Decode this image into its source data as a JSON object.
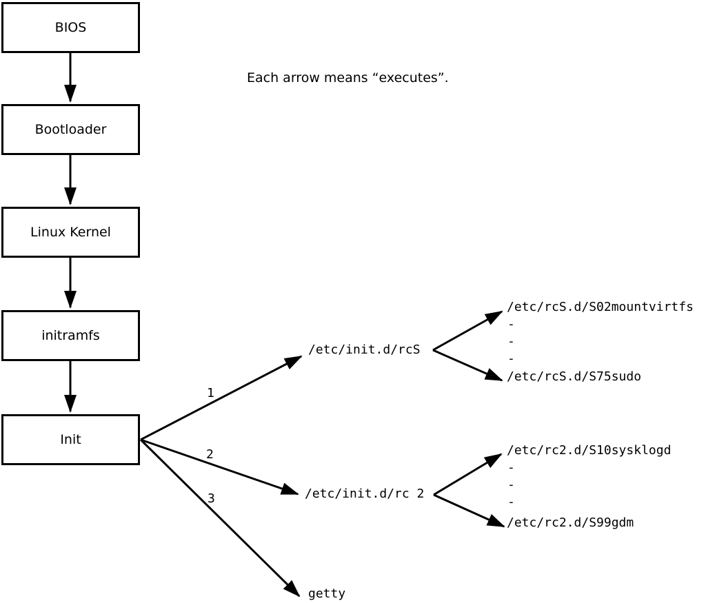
{
  "legend": {
    "text": "Each arrow means “executes”."
  },
  "boxes": [
    {
      "label": "BIOS"
    },
    {
      "label": "Bootloader"
    },
    {
      "label": "Linux Kernel"
    },
    {
      "label": "initramfs"
    },
    {
      "label": "Init"
    }
  ],
  "edges": {
    "label_1": "1",
    "label_2": "2",
    "label_3": "3"
  },
  "targets": {
    "rcs_script": "/etc/init.d/rcS",
    "rc2_script": "/etc/init.d/rc 2",
    "getty": "getty",
    "rcs_children": {
      "first": "/etc/rcS.d/S02mountvirtfs",
      "dash": "-",
      "last": "/etc/rcS.d/S75sudo"
    },
    "rc2_children": {
      "first": "/etc/rc2.d/S10sysklogd",
      "dash": "-",
      "last": "/etc/rc2.d/S99gdm"
    }
  },
  "colors": {
    "foreground": "#000000",
    "background": "#ffffff"
  }
}
